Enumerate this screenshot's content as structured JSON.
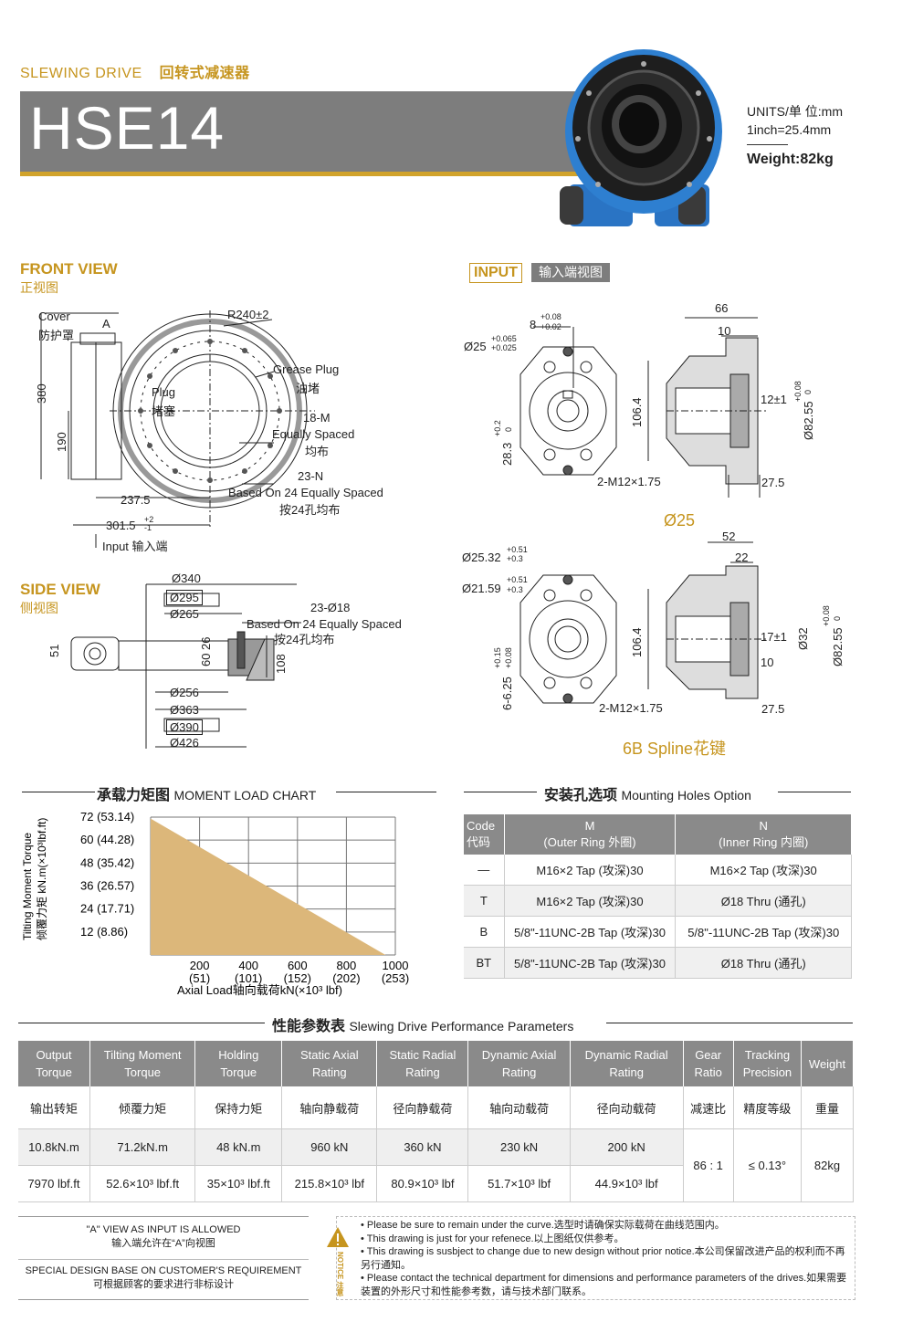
{
  "header": {
    "category_en": "SLEWING DRIVE",
    "category_cn": "回转式减速器",
    "model": "HSE14",
    "units_line": "UNITS/单  位:mm",
    "inch_line": "1inch=25.4mm",
    "weight_line": "Weight:82kg"
  },
  "front_view": {
    "title": "FRONT VIEW",
    "title_cn": "正视图",
    "labels": {
      "cover": "Cover",
      "cover_cn": "防护罩",
      "a": "A",
      "r": "R240±2",
      "grease_plug": "Grease Plug",
      "grease_plug_cn": "油堵",
      "plug": "Plug",
      "plug_cn": "堵塞",
      "m18": "18-M",
      "equally_spaced": "Equally Spaced",
      "equally_spaced_cn": "均布",
      "n23": "23-N",
      "based24": "Based On 24 Equally Spaced",
      "based24_cn": "按24孔均布",
      "d380": "380",
      "d190": "190",
      "d2375": "237.5",
      "d3015": "301.5",
      "tol_plus": "+2",
      "tol_minus": "-1",
      "input": "Input  输入端"
    }
  },
  "side_view": {
    "title": "SIDE VIEW",
    "title_cn": "侧视图",
    "labels": {
      "d340": "Ø340",
      "d295": "Ø295",
      "d265": "Ø265",
      "h23": "23-Ø18",
      "based24": "Based On 24 Equally Spaced",
      "based24_cn": "按24孔均布",
      "d51": "51",
      "d60": "60",
      "d26": "26",
      "d108": "108",
      "d256": "Ø256",
      "d363": "Ø363",
      "d390": "Ø390",
      "d426": "Ø426"
    }
  },
  "input_view": {
    "tag": "INPUT",
    "tag_cn": "输入端视图",
    "a": {
      "d66": "66",
      "d10": "10",
      "k8": "8",
      "k8_tol_p": "+0.08",
      "k8_tol_m": "+0.02",
      "d25": "Ø25",
      "d25_tol_p": "+0.065",
      "d25_tol_m": "+0.025",
      "h283": "28.3",
      "h283_tol": "+0.2",
      "h283_tol0": "0",
      "h1064": "106.4",
      "m12": "2-M12×1.75",
      "d12": "12±1",
      "d8255": "Ø82.55",
      "d8255_tol": "+0.08",
      "d8255_tol0": "0",
      "d275": "27.5",
      "caption": "Ø25"
    },
    "b": {
      "d52": "52",
      "d22": "22",
      "d2532": "Ø25.32",
      "d2532_tol_p": "+0.51",
      "d2532_tol_m": "+0.3",
      "d2159": "Ø21.59",
      "d2159_tol_p": "+0.51",
      "d2159_tol_m": "+0.3",
      "s625": "6-6.25",
      "s625_tol_p": "+0.15",
      "s625_tol_m": "+0.08",
      "h1064": "106.4",
      "m12": "2-M12×1.75",
      "d17": "17±1",
      "d32": "Ø32",
      "d10": "10",
      "d8255": "Ø82.55",
      "d8255_tol": "+0.08",
      "d8255_tol0": "0",
      "d275": "27.5",
      "caption": "6B Spline花键"
    }
  },
  "moment_chart": {
    "title_cn": "承载力矩图",
    "title_en": "MOMENT LOAD CHART",
    "ylabel_en": "Tilting Moment Torque",
    "ylabel_cn": "倾覆力矩 kN.m(×10³lbf.ft)",
    "xlabel": "Axial Load轴向载荷kN(×10³ lbf)"
  },
  "chart_data": {
    "type": "area",
    "title": "",
    "xlabel": "Axial Load轴向载荷kN(×10³ lbf)",
    "ylabel": "Tilting Moment Torque 倾覆力矩 kN.m(×10³lbf.ft)",
    "x": [
      0,
      960
    ],
    "y": [
      71.2,
      0
    ],
    "xlim": [
      0,
      1000
    ],
    "ylim": [
      0,
      72
    ],
    "x_ticks": [
      {
        "v": 200,
        "l1": "200",
        "l2": "(51)"
      },
      {
        "v": 400,
        "l1": "400",
        "l2": "(101)"
      },
      {
        "v": 600,
        "l1": "600",
        "l2": "(152)"
      },
      {
        "v": 800,
        "l1": "800",
        "l2": "(202)"
      },
      {
        "v": 1000,
        "l1": "1000",
        "l2": "(253)"
      }
    ],
    "y_ticks": [
      {
        "v": 72,
        "l": "72 (53.14)"
      },
      {
        "v": 60,
        "l": "60 (44.28)"
      },
      {
        "v": 48,
        "l": "48 (35.42)"
      },
      {
        "v": 36,
        "l": "36 (26.57)"
      },
      {
        "v": 24,
        "l": "24 (17.71)"
      },
      {
        "v": 12,
        "l": "12  (8.86)"
      }
    ],
    "grid": true,
    "fill_color": "#dcb77a"
  },
  "mounting": {
    "title_cn": "安装孔选项",
    "title_en": "Mounting Holes Option",
    "headers": {
      "code": "Code",
      "code_cn": "代码",
      "m": "M",
      "m_sub": "(Outer Ring 外圈)",
      "n": "N",
      "n_sub": "(Inner Ring 内圈)"
    },
    "rows": [
      {
        "code": "—",
        "m": "M16×2 Tap (攻深)30",
        "n": "M16×2 Tap (攻深)30"
      },
      {
        "code": "T",
        "m": "M16×2 Tap (攻深)30",
        "n": "Ø18 Thru (通孔)"
      },
      {
        "code": "B",
        "m": "5/8\"-11UNC-2B Tap (攻深)30",
        "n": "5/8\"-11UNC-2B Tap (攻深)30"
      },
      {
        "code": "BT",
        "m": "5/8\"-11UNC-2B Tap (攻深)30",
        "n": "Ø18 Thru (通孔)"
      }
    ]
  },
  "performance": {
    "title_cn": "性能参数表",
    "title_en": "Slewing Drive Performance Parameters",
    "headers": [
      [
        "Output",
        "Torque"
      ],
      [
        "Tilting Moment",
        "Torque"
      ],
      [
        "Holding",
        "Torque"
      ],
      [
        "Static Axial",
        "Rating"
      ],
      [
        "Static Radial",
        "Rating"
      ],
      [
        "Dynamic Axial",
        "Rating"
      ],
      [
        "Dynamic Radial",
        "Rating"
      ],
      [
        "Gear",
        "Ratio"
      ],
      [
        "Tracking",
        "Precision"
      ],
      [
        "Weight",
        ""
      ]
    ],
    "headers_cn": [
      "输出转矩",
      "倾覆力矩",
      "保持力矩",
      "轴向静载荷",
      "径向静载荷",
      "轴向动载荷",
      "径向动载荷",
      "减速比",
      "精度等级",
      "重量"
    ],
    "metric": [
      "10.8kN.m",
      "71.2kN.m",
      "48 kN.m",
      "960 kN",
      "360 kN",
      "230 kN",
      "200 kN"
    ],
    "imperial": [
      "7970 lbf.ft",
      "52.6×10³ lbf.ft",
      "35×10³ lbf.ft",
      "215.8×10³ lbf",
      "80.9×10³ lbf",
      "51.7×10³ lbf",
      "44.9×10³ lbf"
    ],
    "gear_ratio": "86 : 1",
    "precision": "≤ 0.13°",
    "weight": "82kg"
  },
  "notes": {
    "left1_en": "\"A\" VIEW AS INPUT IS ALLOWED",
    "left1_cn": "输入端允许在“A”向视图",
    "left2_en": "SPECIAL DESIGN BASE ON CUSTOMER'S REQUIREMENT",
    "left2_cn": "可根据顾客的要求进行非标设计",
    "notice_label": "NOTICE 注意",
    "items": [
      "Please be sure to remain under the curve.选型时请确保实际载荷在曲线范围内。",
      "This drawing is just for your refenece.以上图纸仅供参考。",
      "This drawing is susbject to change due to new design without prior notice.本公司保留改进产品的权利而不再另行通知。",
      "Please contact the technical department for dimensions and performance parameters of the drives.如果需要装置的外形尺寸和性能参考数，请与技术部门联系。"
    ]
  },
  "colors": {
    "accent": "#c6951f",
    "header_gray": "#7d7d7d",
    "drive_blue": "#2e7fd0"
  }
}
